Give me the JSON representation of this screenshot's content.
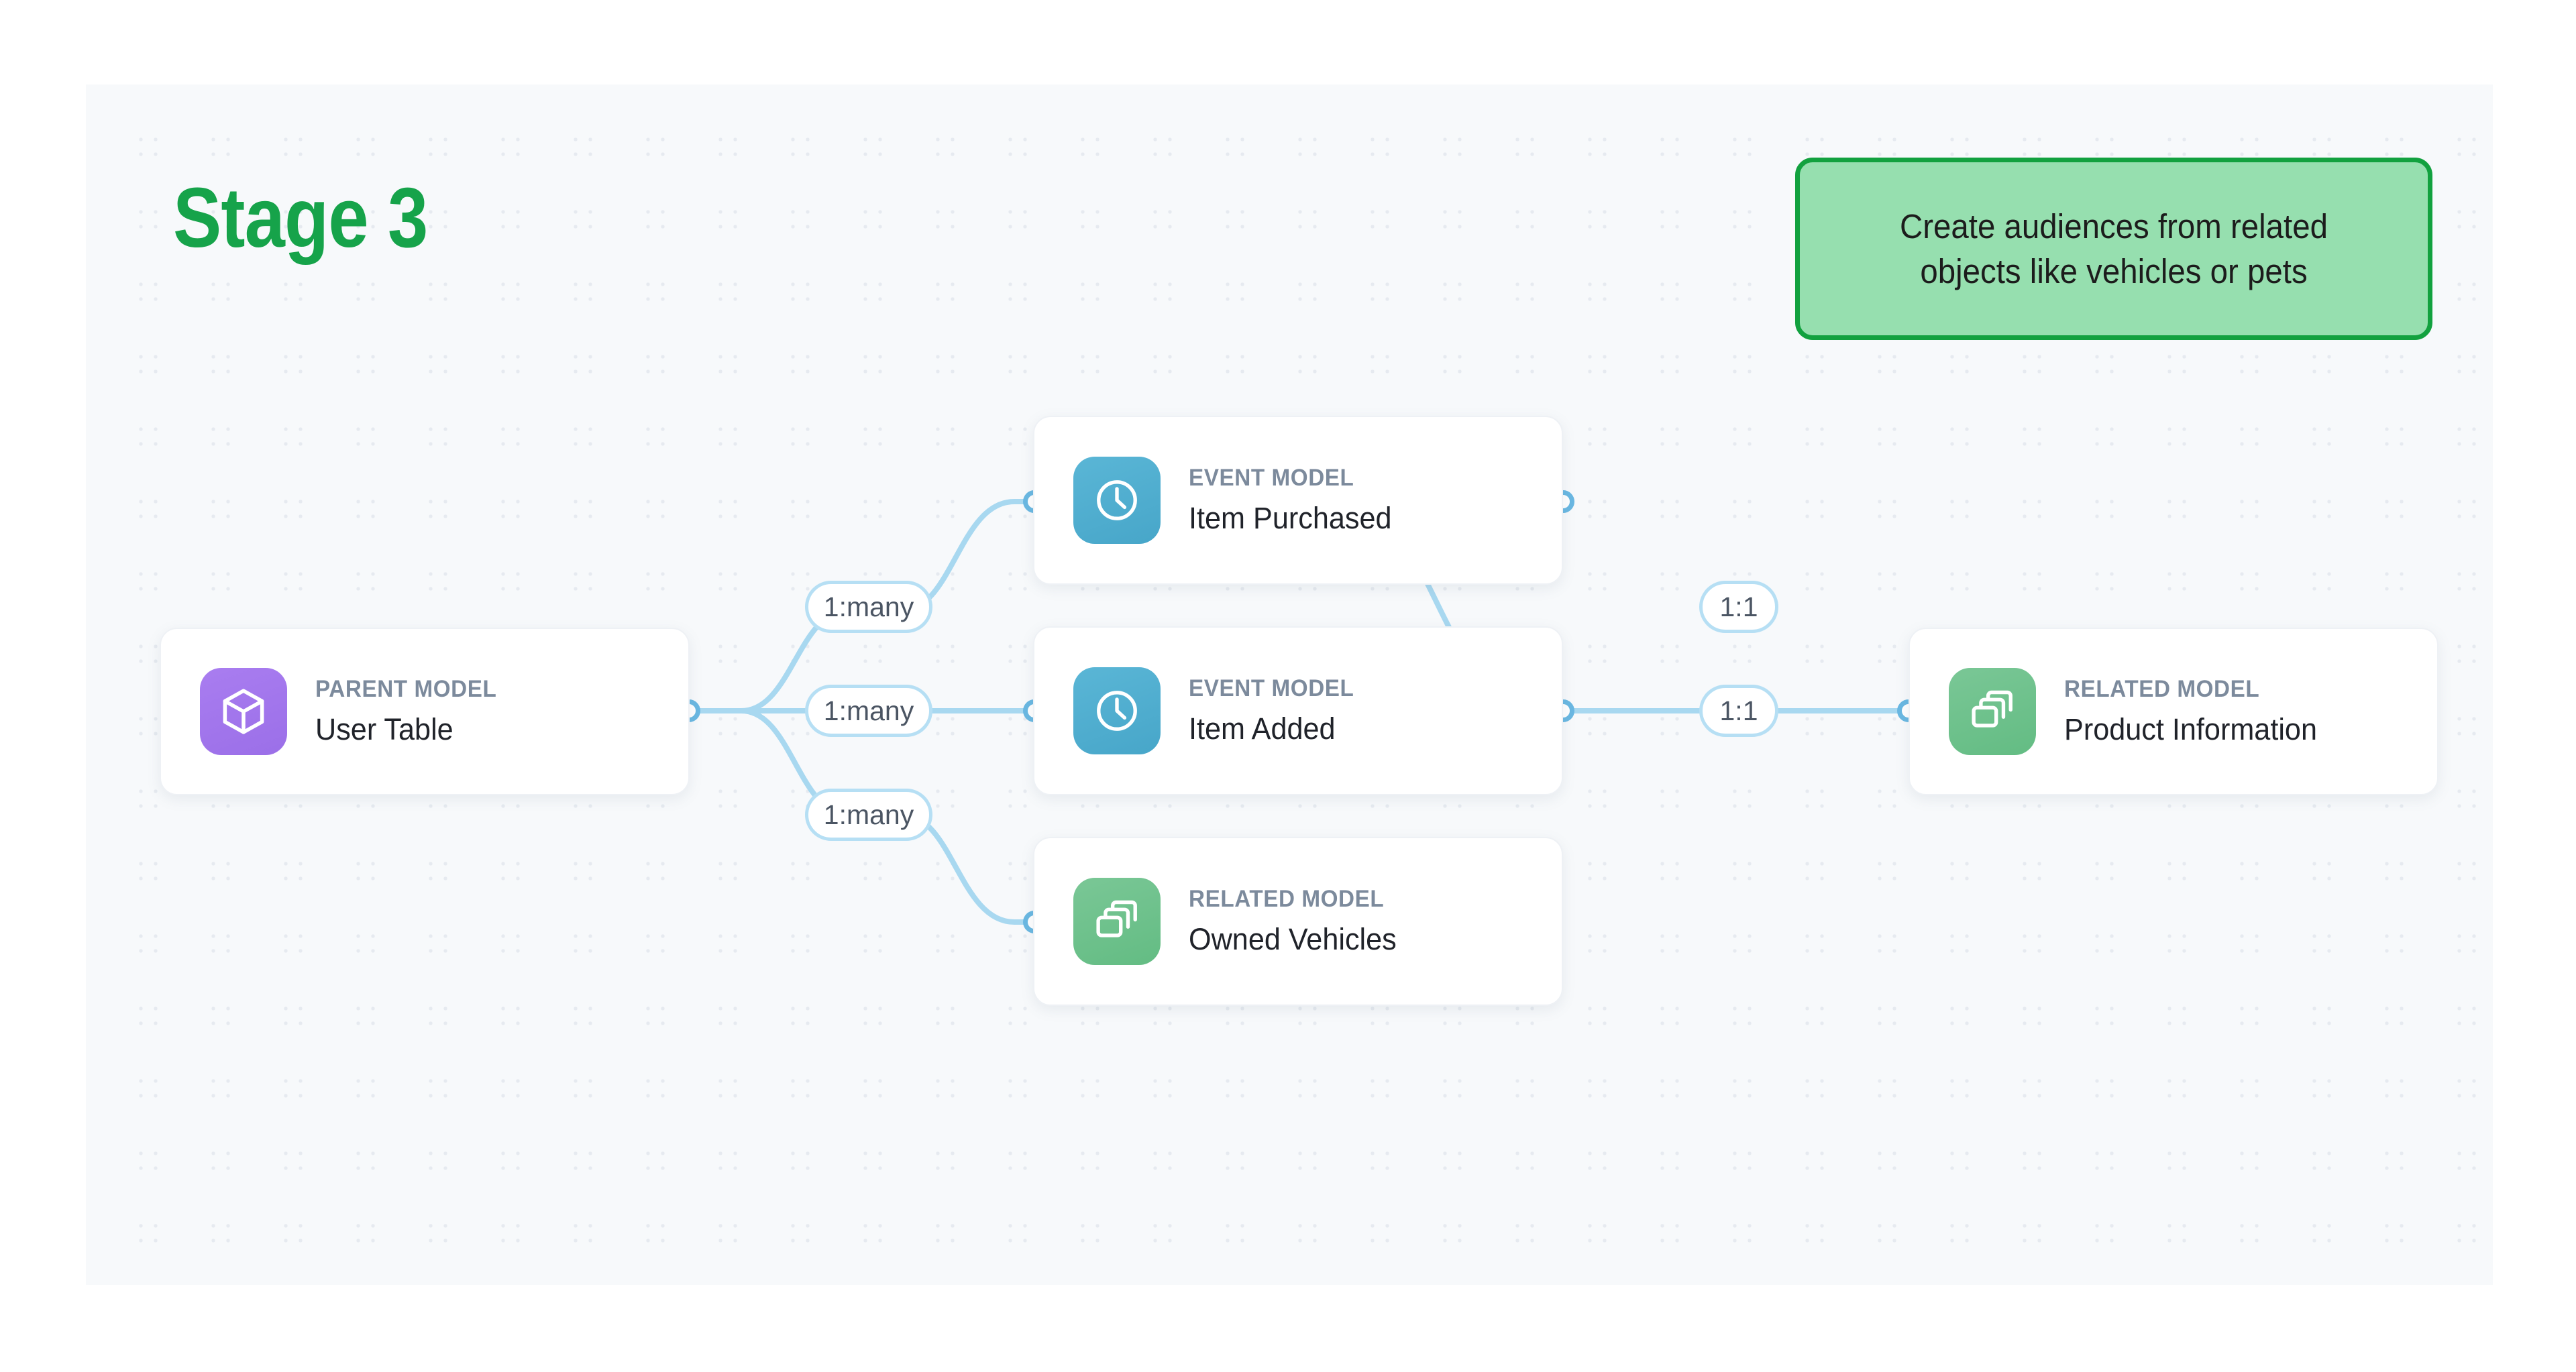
{
  "stage": {
    "title": "Stage 3"
  },
  "callout": {
    "text": "Create audiences from related objects like vehicles or pets"
  },
  "diagram": {
    "parent": {
      "kind": "PARENT MODEL",
      "name": "User Table",
      "icon": "cube-icon",
      "color": "#a97df0"
    },
    "middle": [
      {
        "kind": "EVENT MODEL",
        "name": "Item Purchased",
        "icon": "clock-icon",
        "color": "#47a6c9"
      },
      {
        "kind": "EVENT MODEL",
        "name": "Item Added",
        "icon": "clock-icon",
        "color": "#47a6c9"
      },
      {
        "kind": "RELATED MODEL",
        "name": "Owned Vehicles",
        "icon": "layers-icon",
        "color": "#63bc83"
      }
    ],
    "right": {
      "kind": "RELATED MODEL",
      "name": "Product Information",
      "icon": "layers-icon",
      "color": "#63bc83"
    },
    "relations": {
      "left": [
        "1:many",
        "1:many",
        "1:many"
      ],
      "right": [
        "1:1",
        "1:1"
      ]
    },
    "edge_color": "#a8d8f0",
    "port_color": "#6ab8e2"
  }
}
